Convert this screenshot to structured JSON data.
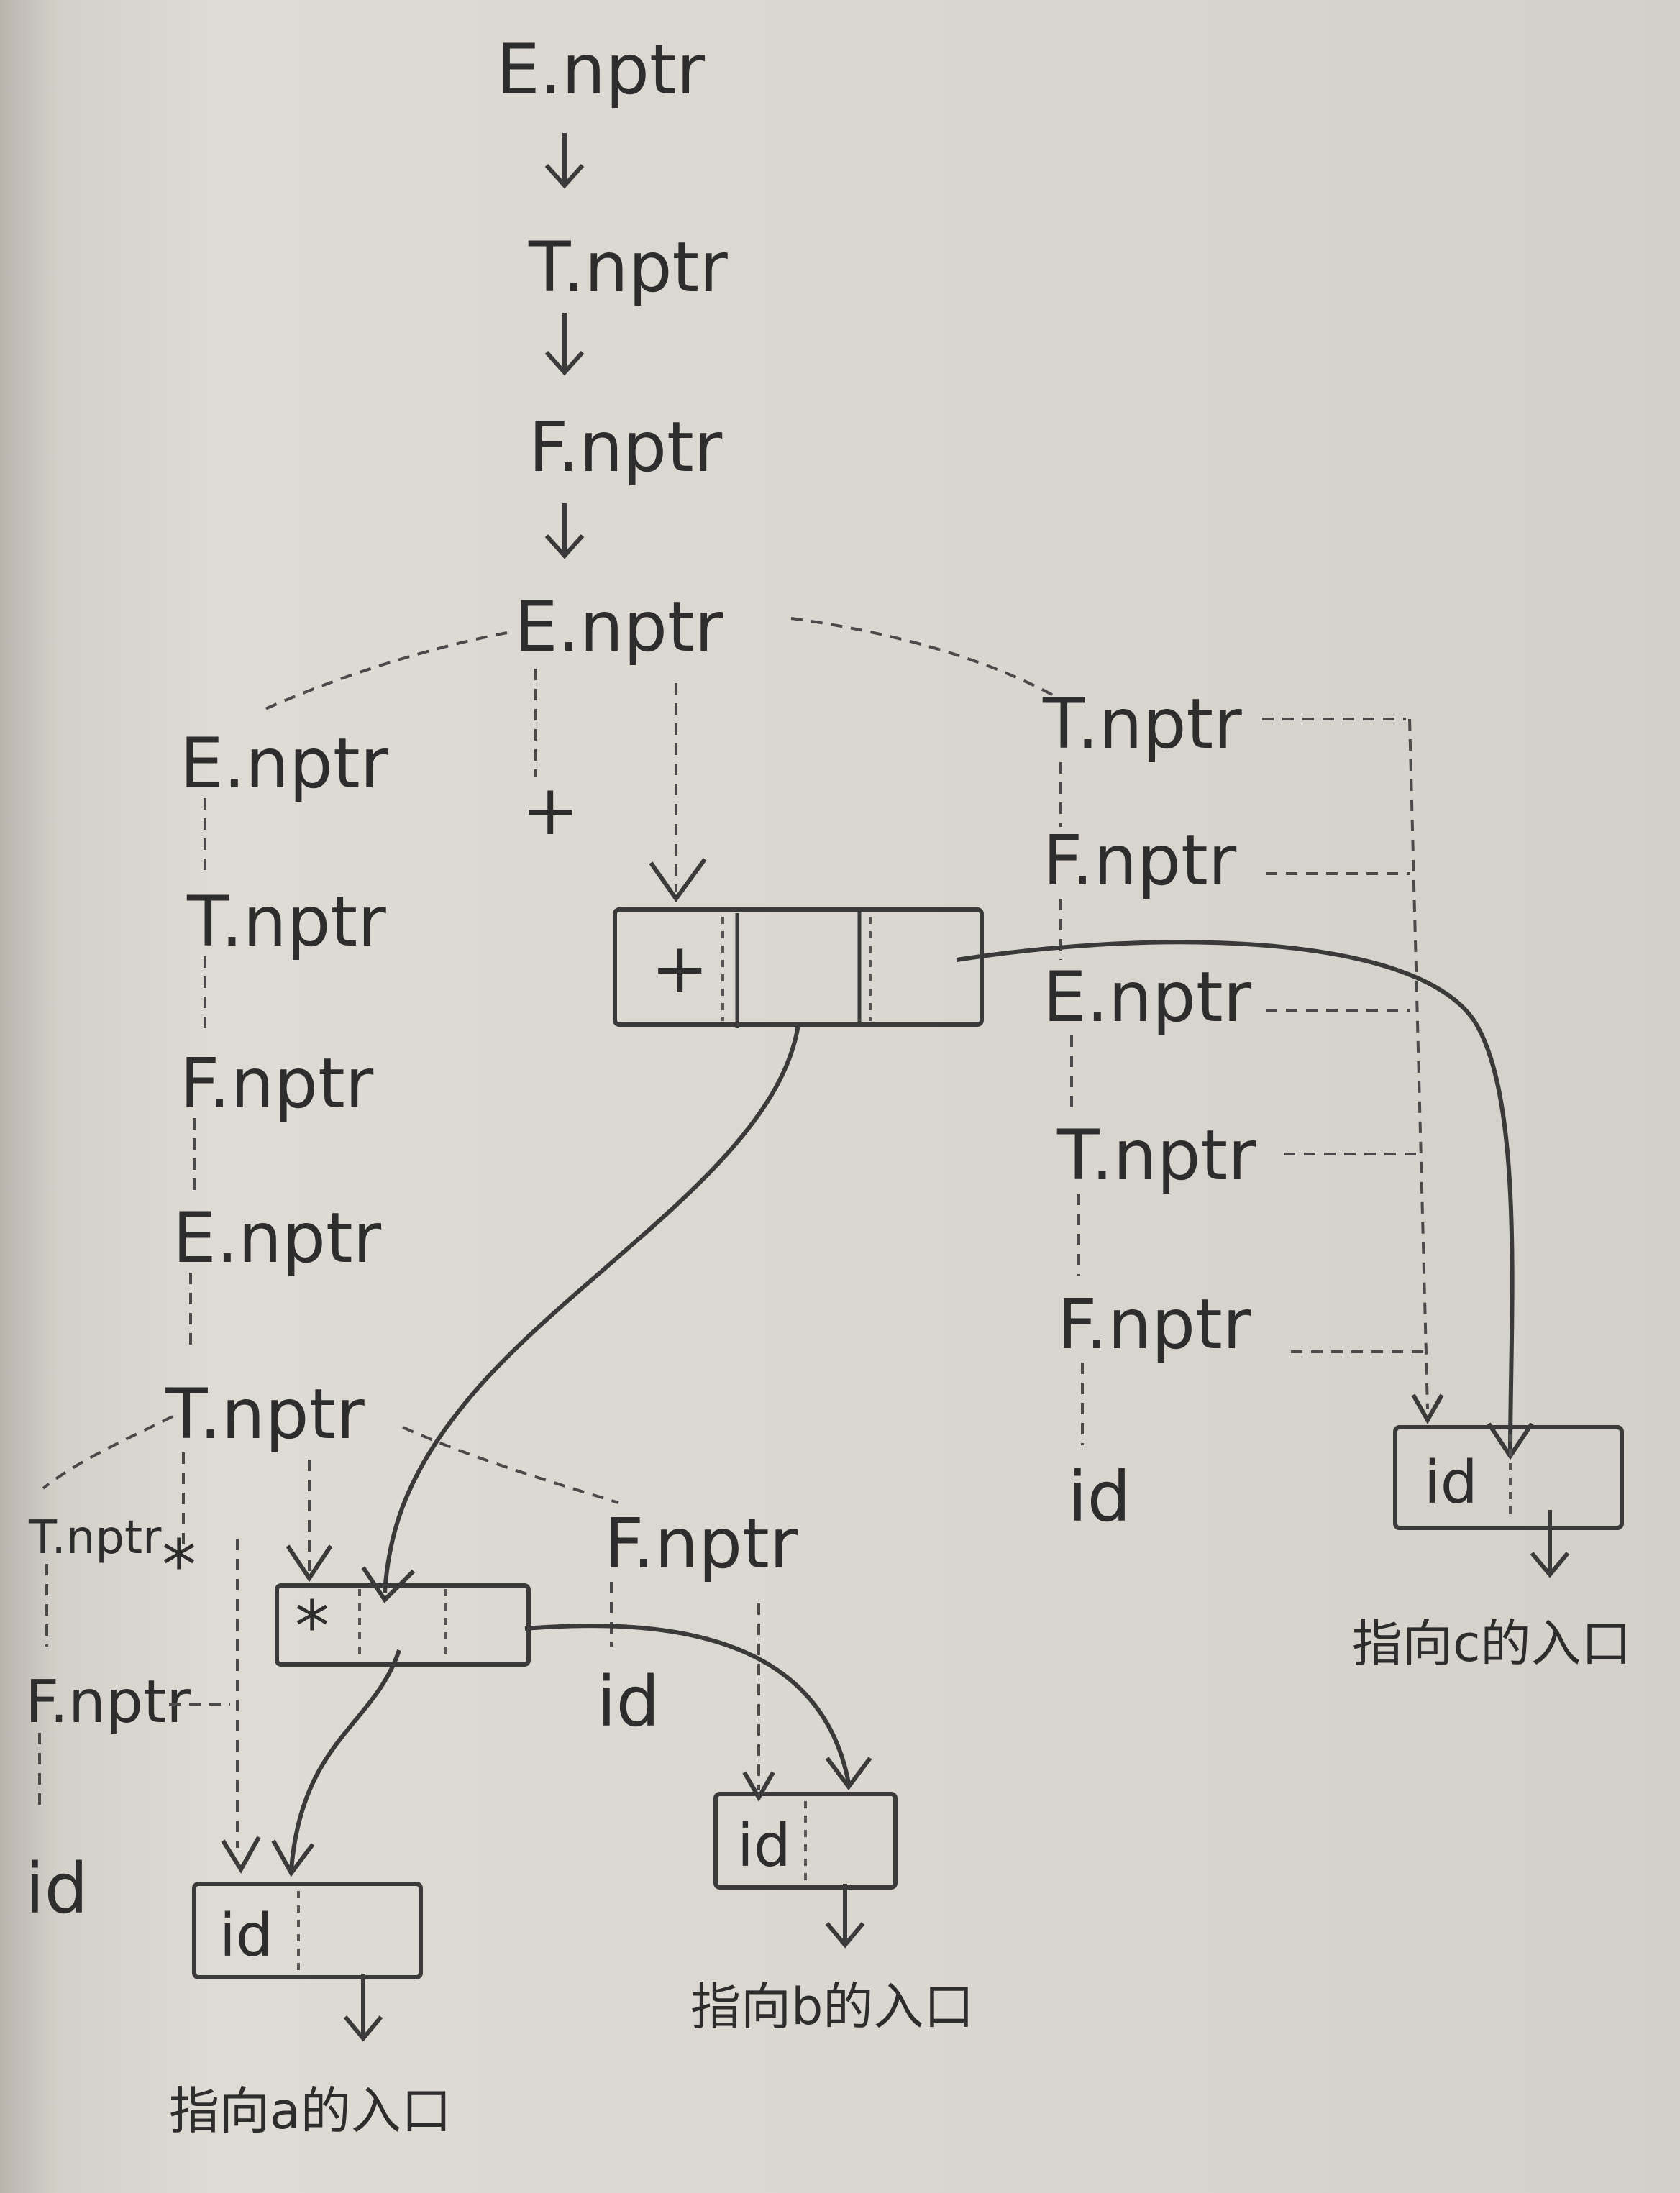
{
  "labels": {
    "root_e1": "E.nptr",
    "root_t1": "T.nptr",
    "root_f1": "F.nptr",
    "root_e2": "E.nptr",
    "plus_sign": "+",
    "left_e": "E.nptr",
    "left_t1": "T.nptr",
    "left_f1": "F.nptr",
    "left_e2": "E.nptr",
    "left_t2": "T.nptr",
    "left_t3": "T.nptr",
    "star_sign": "*",
    "left_f2": "F.nptr",
    "left_id": "id",
    "mid_f": "F.nptr",
    "mid_id": "id",
    "right_t1": "T.nptr",
    "right_f1": "F.nptr",
    "right_e": "E.nptr",
    "right_t2": "T.nptr",
    "right_f2": "F.nptr",
    "right_id": "id"
  },
  "nodes": {
    "plus_node_op": "+",
    "star_node_op": "*",
    "leaf_a_text": "id",
    "leaf_b_text": "id",
    "leaf_c_text": "id"
  },
  "captions": {
    "a": "指向a的入口",
    "b": "指向b的入口",
    "c": "指向c的入口"
  },
  "colors": {
    "ink": "#2f2f2f",
    "paper": "#d9d6d0"
  }
}
